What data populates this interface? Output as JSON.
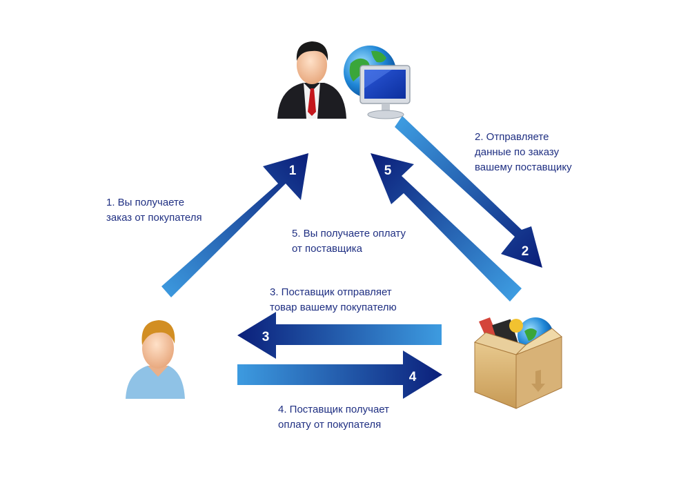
{
  "icons": {
    "manager": "businessman-icon",
    "computer": "globe-monitor-icon",
    "customer": "customer-icon",
    "supplier": "box-with-goods-icon"
  },
  "colors": {
    "text": "#1f2f82",
    "arrow_dark": "#0b1f7a",
    "arrow_light": "#3d9be0"
  },
  "arrows": [
    {
      "number": "1"
    },
    {
      "number": "2"
    },
    {
      "number": "3"
    },
    {
      "number": "4"
    },
    {
      "number": "5"
    }
  ],
  "steps": [
    {
      "text": "1. Вы получаете\nзаказ от покупателя"
    },
    {
      "text": "2. Отправляете\nданные по заказу\nвашему поставщику"
    },
    {
      "text": "3. Поставщик отправляет\nтовар вашему покупателю"
    },
    {
      "text": "4. Поставщик получает\nоплату от покупателя"
    },
    {
      "text": "5. Вы получаете оплату\nот поставщика"
    }
  ]
}
